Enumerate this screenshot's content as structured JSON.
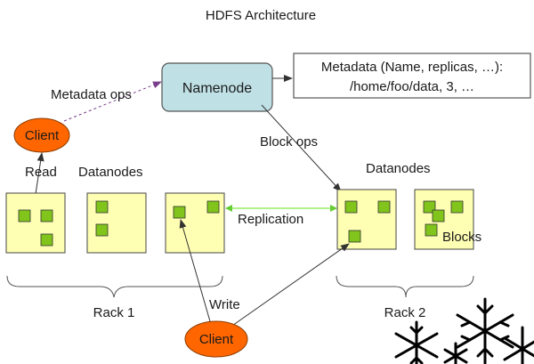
{
  "title": "HDFS Architecture",
  "namenode": {
    "label": "Namenode"
  },
  "metadata": {
    "line1": "Metadata (Name, replicas, …):",
    "line2": "/home/foo/data, 3, …"
  },
  "labels": {
    "metadata_ops": "Metadata ops",
    "block_ops": "Block ops",
    "read": "Read",
    "write": "Write",
    "replication": "Replication",
    "blocks": "Blocks",
    "datanodes_left": "Datanodes",
    "datanodes_right": "Datanodes",
    "rack1": "Rack 1",
    "rack2": "Rack 2"
  },
  "clients": {
    "top": "Client",
    "bottom": "Client"
  },
  "colors": {
    "namenode_fill": "#bfe0e5",
    "datanode_fill": "#ffffb3",
    "block_fill": "#80c41c",
    "client_fill": "#ff6600",
    "link_green": "#99ee66"
  }
}
